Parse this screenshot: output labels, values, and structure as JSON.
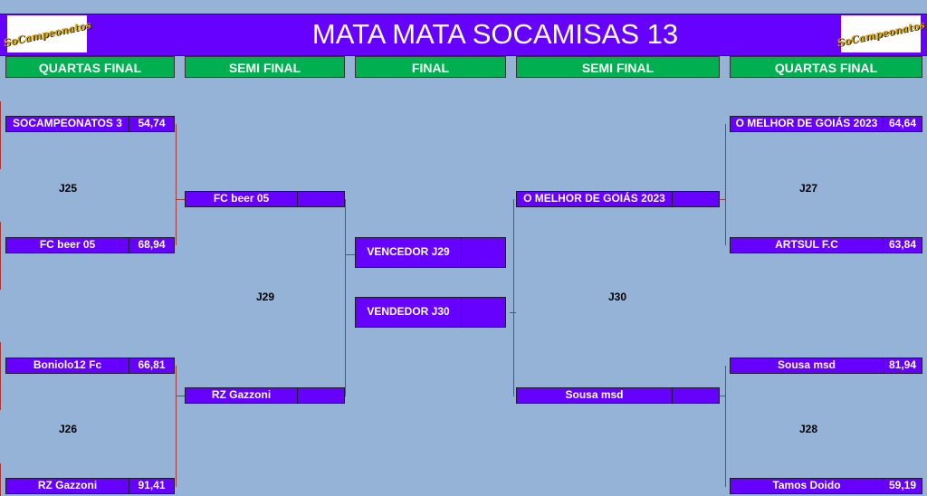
{
  "header": {
    "title": "MATA MATA SOCAMISAS 13",
    "logo_text": "SoCampeonatos"
  },
  "stages": [
    "QUARTAS FINAL",
    "SEMI FINAL",
    "FINAL",
    "SEMI FINAL",
    "QUARTAS FINAL"
  ],
  "games": {
    "j25": "J25",
    "j26": "J26",
    "j27": "J27",
    "j28": "J28",
    "j29": "J29",
    "j30": "J30"
  },
  "quarters_left": [
    {
      "team": "SOCAMPEONATOS 3",
      "score": "54,74"
    },
    {
      "team": "FC beer 05",
      "score": "68,94"
    },
    {
      "team": "Boniolo12 Fc",
      "score": "66,81"
    },
    {
      "team": "RZ Gazzoni",
      "score": "91,41"
    }
  ],
  "semis_left": [
    {
      "team": "FC beer 05",
      "score": ""
    },
    {
      "team": "RZ Gazzoni",
      "score": ""
    }
  ],
  "final": [
    {
      "team": "VENCEDOR J29",
      "score": ""
    },
    {
      "team": "VENDEDOR J30",
      "score": ""
    }
  ],
  "semis_right": [
    {
      "team": "O MELHOR DE GOIÁS 2023",
      "score": ""
    },
    {
      "team": "Sousa msd",
      "score": ""
    }
  ],
  "quarters_right": [
    {
      "team": "O MELHOR DE GOIÁS 2023",
      "score": "64,64"
    },
    {
      "team": "ARTSUL F.C",
      "score": "63,84"
    },
    {
      "team": "Sousa msd",
      "score": "81,94"
    },
    {
      "team": "Tamos Doido",
      "score": "59,19"
    }
  ]
}
